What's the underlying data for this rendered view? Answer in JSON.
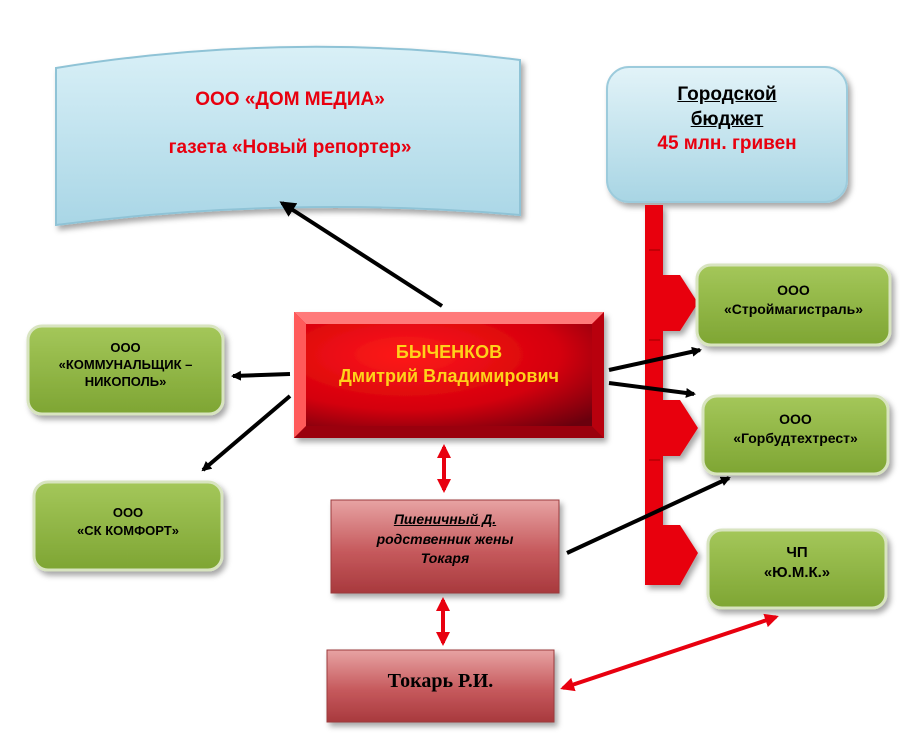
{
  "media": {
    "line1": "ООО «ДОМ МЕДИА»",
    "line2": "газета «Новый репортер»"
  },
  "budget": {
    "line1": "Городской",
    "line2": "бюджет",
    "line3": "45 млн. гривен"
  },
  "center": {
    "line1": "БЫЧЕНКОВ",
    "line2": "Дмитрий Владимирович"
  },
  "kommunal": {
    "line1": "ООО",
    "line2": "«КОММУНАЛЬЩИК –",
    "line3": "НИКОПОЛЬ»"
  },
  "skkomfort": {
    "line1": "ООО",
    "line2": "«СК КОМФОРТ»"
  },
  "stroy": {
    "line1": "ООО",
    "line2": "«Строймагистраль»"
  },
  "gorbud": {
    "line1": "ООО",
    "line2": "«Горбудтехтрест»"
  },
  "umk": {
    "line1": "ЧП",
    "line2": "«Ю.М.К.»"
  },
  "pshen": {
    "line1": "Пшеничный Д.",
    "line2": "родственник жены",
    "line3": "Токаря"
  },
  "tokar": {
    "line1": "Токарь Р.И."
  },
  "colors": {
    "red": "#e8000f",
    "dark_red": "#8b0000",
    "green_fill": "#8cb23c",
    "light_blue": "#bfe3ef",
    "rose": "#c9585c",
    "black": "#000000"
  }
}
